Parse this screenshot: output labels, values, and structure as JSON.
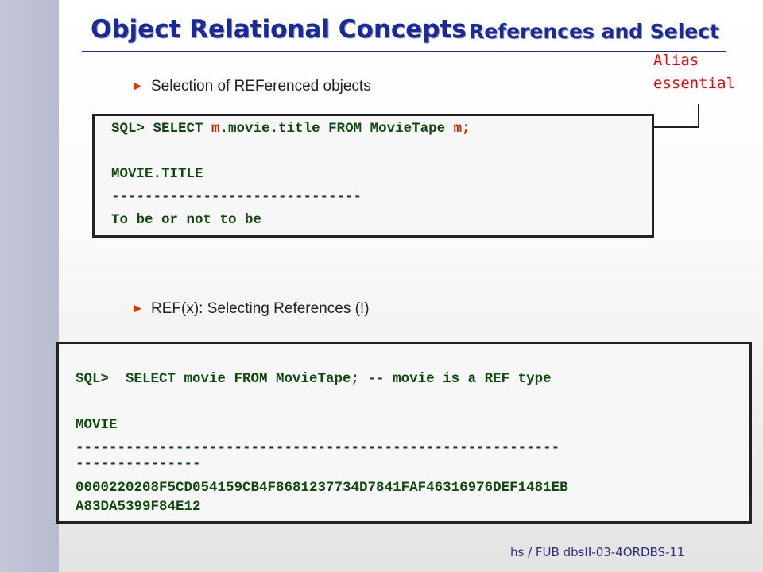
{
  "slide": {
    "title_main": "Object Relational Concepts",
    "title_sub": "References and Select",
    "alias_note_line1": "Alias",
    "alias_note_line2": "essential",
    "footer": "hs / FUB dbsII-03-4ORDBS-11"
  },
  "bullets": [
    "Selection of REFerenced objects",
    "REF(x): Selecting References (!)"
  ],
  "code1": {
    "q_prefix": "SQL> SELECT ",
    "q_alias1": "m",
    "q_middle": ".movie.title FROM MovieTape ",
    "q_alias2": "m",
    "q_end": ";",
    "col_header": "MOVIE.TITLE",
    "separator": "------------------------------",
    "result": "To be or not to be"
  },
  "code2": {
    "query": "SQL>  SELECT movie FROM MovieTape; -- movie is a REF type",
    "col_header": "MOVIE",
    "separator1": "----------------------------------------------------------",
    "separator2": "---------------",
    "result1": "0000220208F5CD054159CB4F8681237734D7841FAF46316976DEF1481EB",
    "result2": "A83DA5399F84E12"
  },
  "colors": {
    "title": "#1a2a9a",
    "alias_note": "#ff0000",
    "code_text": "#0e4a0e",
    "alias_highlight": "#cc2200",
    "bullet_marker": "#d83800"
  },
  "icons": {
    "bullet_marker": "triangle-right-icon"
  }
}
